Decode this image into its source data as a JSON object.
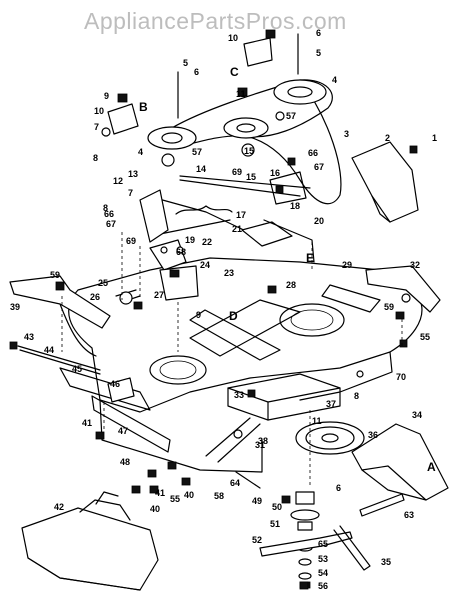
{
  "watermark": "AppliancePartsPros.com",
  "view_letters": [
    "A",
    "B",
    "C",
    "D",
    "E"
  ],
  "callouts": [
    "1",
    "2",
    "3",
    "4",
    "5",
    "6",
    "7",
    "8",
    "9",
    "10",
    "11",
    "12",
    "13",
    "14",
    "15",
    "16",
    "17",
    "18",
    "19",
    "20",
    "21",
    "22",
    "23",
    "24",
    "25",
    "26",
    "27",
    "28",
    "29",
    "31",
    "32",
    "33",
    "34",
    "35",
    "36",
    "37",
    "38",
    "39",
    "40",
    "41",
    "42",
    "43",
    "44",
    "45",
    "46",
    "47",
    "48",
    "49",
    "50",
    "51",
    "52",
    "53",
    "54",
    "55",
    "56",
    "57",
    "58",
    "59",
    "63",
    "64",
    "65",
    "66",
    "67",
    "68",
    "69",
    "70"
  ]
}
